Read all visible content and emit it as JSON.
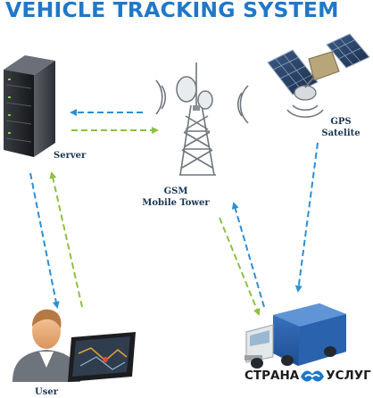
{
  "title": "VEHICLE TRACKING SYSTEM",
  "nodes": {
    "server": {
      "label": "Server"
    },
    "gsm": {
      "line1": "GSM",
      "line2": "Mobile Tower"
    },
    "gps": {
      "line1": "GPS",
      "line2": "Satelite"
    },
    "user": {
      "label": "User"
    }
  },
  "watermark": {
    "left_text": "СТРАНА",
    "right_text": "УСЛУГ"
  },
  "colors": {
    "title": "#1f78c9",
    "arrow_blue": "#2b8fd6",
    "arrow_green": "#8cc043",
    "label": "#1a3550"
  }
}
